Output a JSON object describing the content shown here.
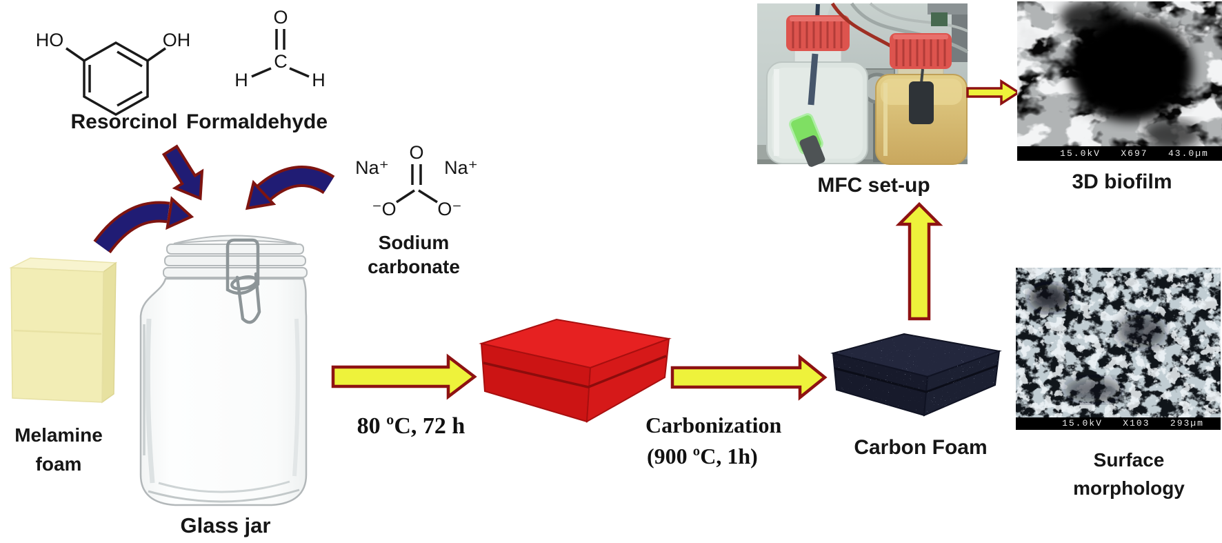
{
  "chemistry": {
    "resorcinol": {
      "label": "Resorcinol",
      "ho": "HO",
      "oh": "OH"
    },
    "formaldehyde": {
      "label": "Formaldehyde",
      "o": "O",
      "c": "C",
      "h_left": "H",
      "h_right": "H"
    },
    "sodium_carbonate": {
      "label_line1": "Sodium",
      "label_line2": "carbonate",
      "na_left": "Na⁺",
      "na_right": "Na⁺",
      "o_top": "O",
      "o_left": "⁻O",
      "o_right": "O⁻"
    }
  },
  "materials": {
    "melamine_foam": {
      "label_line1": "Melamine",
      "label_line2": "foam"
    },
    "glass_jar": {
      "label": "Glass jar"
    },
    "carbon_foam": {
      "label": "Carbon Foam"
    }
  },
  "process": {
    "step1": "80 ºC, 72 h",
    "step2_line1": "Carbonization",
    "step2_line2": "(900 ºC, 1h)"
  },
  "results": {
    "mfc": {
      "label": "MFC set-up"
    },
    "biofilm": {
      "label": "3D biofilm",
      "scalebar": "15.0kV   X697   43.0µm"
    },
    "surface": {
      "label_line1": "Surface",
      "label_line2": "morphology",
      "scalebar": "15.0kV   X103   293µm"
    }
  },
  "colors": {
    "arrow_yellow": "#eef23b",
    "arrow_outline_maroon": "#8e1212",
    "arrow_navy": "#201c74",
    "navy_outline": "#7e1410",
    "rf_foam_red": "#d91818",
    "carbon_foam_dark": "#1e2233",
    "melamine_cream": "#f2edb5",
    "bottle_cap_red": "#dd544e",
    "anolyte_amber": "#d9bd6e",
    "electrode_green": "#7fdf63"
  }
}
